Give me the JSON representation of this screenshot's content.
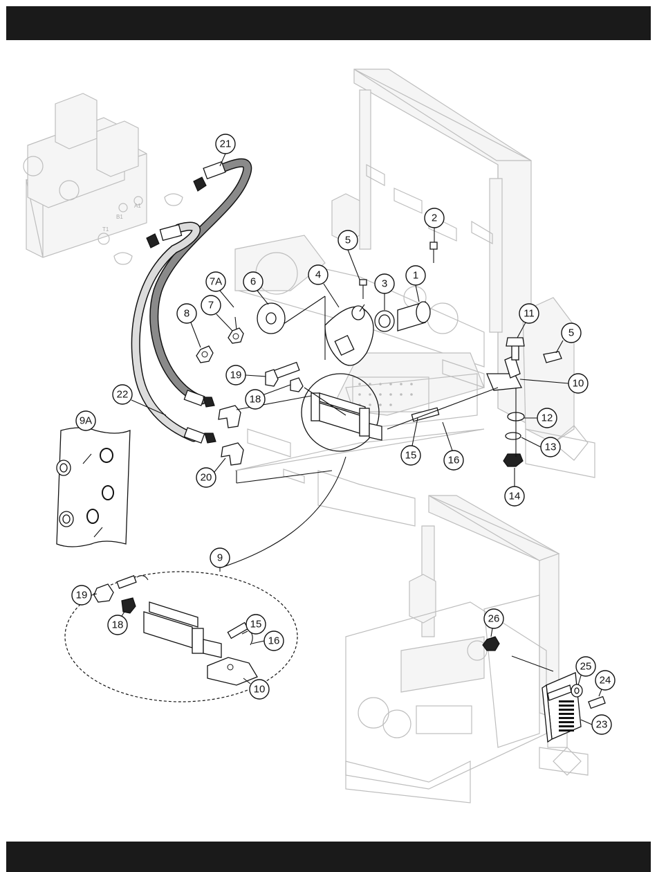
{
  "header": {
    "title": ""
  },
  "footer": {
    "text": ""
  },
  "valve_ports": [
    "B1",
    "A1",
    "T1"
  ],
  "callouts": {
    "c1": "1",
    "c2": "2",
    "c3": "3",
    "c4": "4",
    "c5a": "5",
    "c5b": "5",
    "c6": "6",
    "c7": "7",
    "c7a": "7A",
    "c8": "8",
    "c9": "9",
    "c9a": "9A",
    "c10a": "10",
    "c10b": "10",
    "c11": "11",
    "c12": "12",
    "c13": "13",
    "c14": "14",
    "c15a": "15",
    "c15b": "15",
    "c16a": "16",
    "c16b": "16",
    "c18a": "18",
    "c18b": "18",
    "c19a": "19",
    "c19b": "19",
    "c20": "20",
    "c21": "21",
    "c22": "22",
    "c23": "23",
    "c24": "24",
    "c25": "25",
    "c26": "26"
  }
}
